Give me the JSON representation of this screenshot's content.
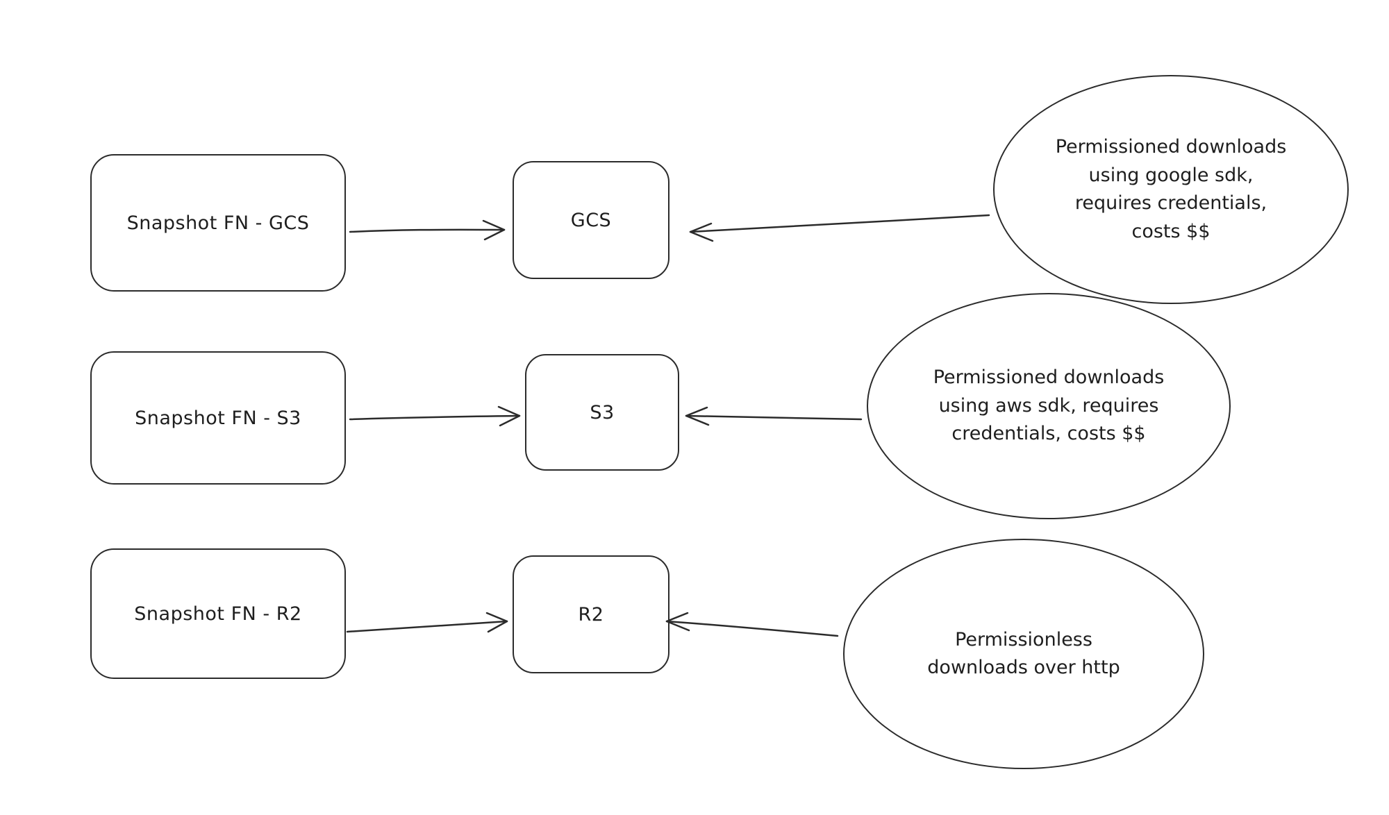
{
  "diagram": {
    "background_color": "#ffffff",
    "stroke_color": "#2b2b2b",
    "text_color": "#1e1e1e",
    "rows": [
      {
        "id": "gcs",
        "source": "Snapshot FN - GCS",
        "target": "GCS",
        "note": "Permissioned downloads\nusing google sdk,\nrequires credentials,\ncosts $$"
      },
      {
        "id": "s3",
        "source": "Snapshot FN - S3",
        "target": "S3",
        "note": "Permissioned downloads\nusing aws sdk, requires\ncredentials, costs $$"
      },
      {
        "id": "r2",
        "source": "Snapshot FN - R2",
        "target": "R2",
        "note": "Permissionless\ndownloads over http"
      }
    ]
  }
}
